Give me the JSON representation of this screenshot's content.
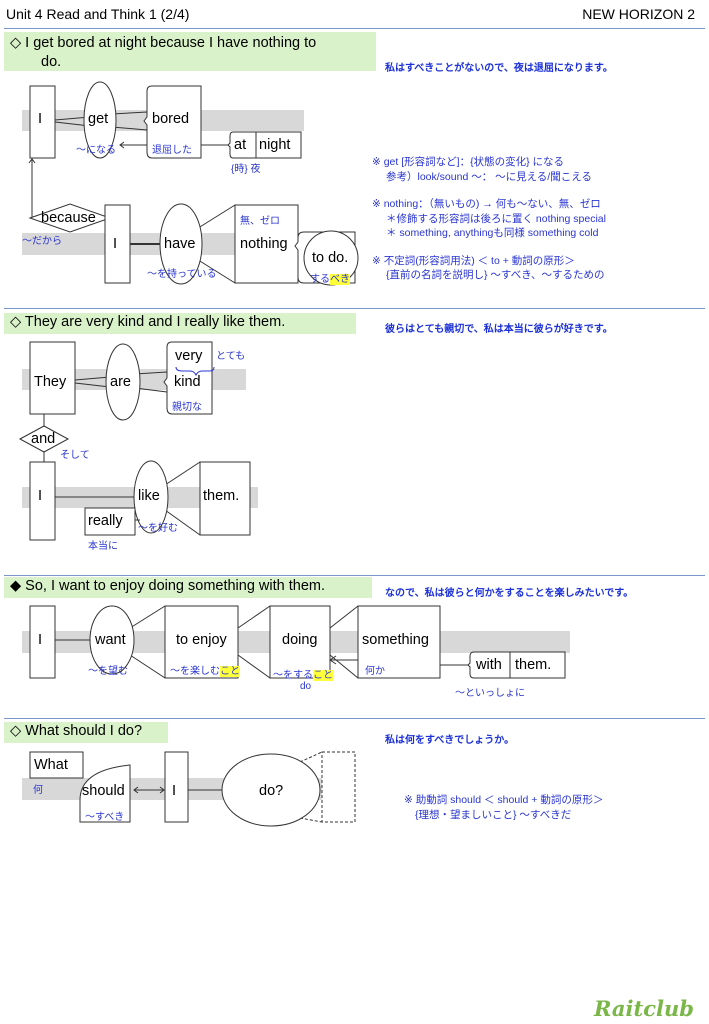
{
  "header": {
    "title": "Unit 4 Read and Think 1 (2/4)",
    "textbook": "NEW HORIZON 2"
  },
  "s1": {
    "sentence1": "◇ I get bored at night because I have nothing to",
    "sentence2": "do.",
    "translation": "私はすべきことがないので、夜は退屈になります。",
    "w": {
      "I": "I",
      "get": "get",
      "bored": "bored",
      "at": "at",
      "night": "night",
      "because": "because",
      "I2": "I",
      "have": "have",
      "nothing": "nothing",
      "todo": "to do."
    },
    "j": {
      "get": "〜になる",
      "bored": "退屈した",
      "atnight": "{時}  夜",
      "because": "〜だから",
      "have": "〜を持っている",
      "nothing": "無、ゼロ",
      "todo_a": "する",
      "todo_b": "べき"
    },
    "notes": [
      "※ get [形容詞など]：{状態の変化} になる",
      "参考）look/sound 〜：  〜に見える/聞こえる",
      "※ nothing：（無いもの) → 何も〜ない、無、ゼロ",
      "＊修飾する形容詞は後ろに置く  nothing special",
      "＊ something, anythingも同様   something cold",
      "※ 不定詞(形容詞用法)   ＜ to + 動詞の原形＞",
      "{直前の名詞を説明し} 〜すべき、〜するための"
    ]
  },
  "s2": {
    "sentence": "◇ They are very kind and I really like them.",
    "translation": "彼らはとても親切で、私は本当に彼らが好きです。",
    "w": {
      "They": "They",
      "are": "are",
      "very": "very",
      "kind": "kind",
      "and": "and",
      "I": "I",
      "like": "like",
      "them": "them.",
      "really": "really"
    },
    "j": {
      "very": "とても",
      "kind": "親切な",
      "and": "そして",
      "like": "〜を好む",
      "really": "本当に"
    }
  },
  "s3": {
    "sentence": "◆ So, I want to enjoy doing something with them.",
    "translation": "なので、私は彼らと何かをすることを楽しみたいです。",
    "w": {
      "I": "I",
      "want": "want",
      "toenjoy": "to enjoy",
      "doing": "doing",
      "something": "something",
      "with": "with",
      "them": "them."
    },
    "j": {
      "want": "〜を望む",
      "toenjoy_a": "〜を楽しむ",
      "toenjoy_b": "こと",
      "doing_a": "〜をする",
      "doing_b": "こと",
      "do": "do",
      "something": "何か",
      "with": "〜といっしょに"
    }
  },
  "s4": {
    "sentence": "◇ What should I do?",
    "translation": "私は何をすべきでしょうか。",
    "w": {
      "What": "What",
      "should": "should",
      "I": "I",
      "do": "do?"
    },
    "j": {
      "What": "何",
      "should": "〜すべき"
    },
    "notes": [
      "※ 助動詞 should  ＜ should + 動詞の原形＞",
      "{理想・望ましいこと} 〜すべきだ"
    ]
  },
  "footer": {
    "logo": "Raitclub"
  }
}
